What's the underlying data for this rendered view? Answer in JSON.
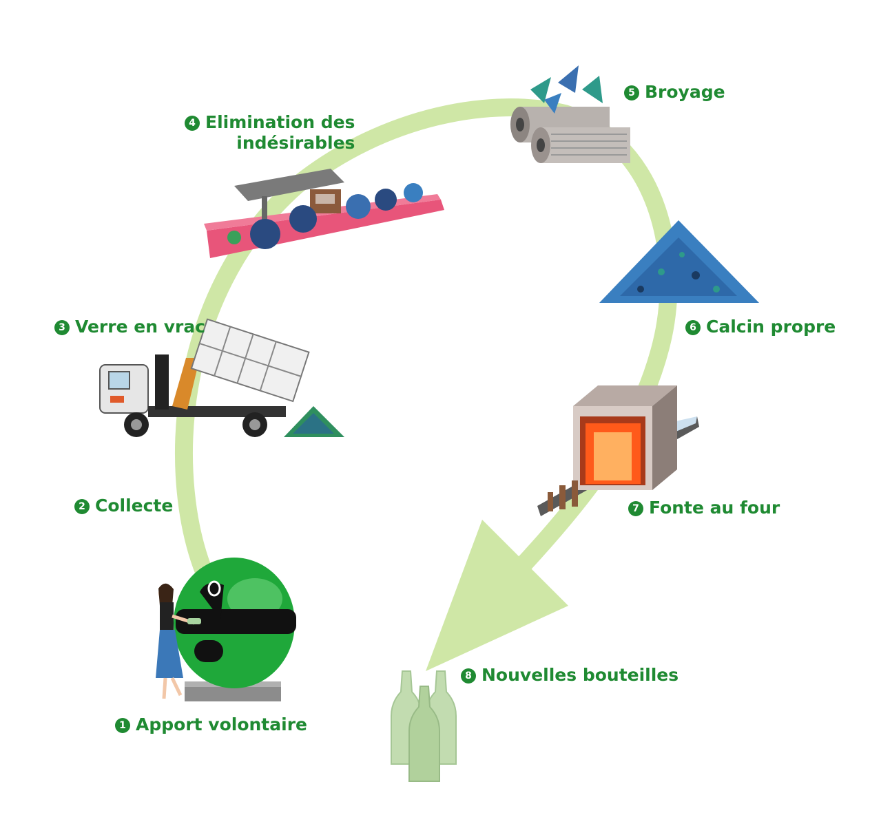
{
  "colors": {
    "label_green": "#1f8a32",
    "cycle_arrow": "#cfe7a6",
    "bin_green": "#1fa83a",
    "conveyor_pink": "#e8557a",
    "glass_blue": "#3a7fc0",
    "furnace_fire": "#ff5a1a",
    "bottle_green": "#bcd9a8"
  },
  "steps": [
    {
      "number": "1",
      "label": "Apport volontaire",
      "icon": "recycling-bin-icon"
    },
    {
      "number": "2",
      "label": "Collecte",
      "icon": ""
    },
    {
      "number": "3",
      "label": "Verre en vrac",
      "icon": "dump-truck-icon"
    },
    {
      "number": "4",
      "label": "Elimination des indésirables",
      "line1": "Elimination des",
      "line2": "indésirables",
      "icon": "sorting-conveyor-icon"
    },
    {
      "number": "5",
      "label": "Broyage",
      "icon": "crusher-rollers-icon"
    },
    {
      "number": "6",
      "label": "Calcin propre",
      "icon": "cullet-pile-icon"
    },
    {
      "number": "7",
      "label": "Fonte au four",
      "icon": "furnace-icon"
    },
    {
      "number": "8",
      "label": "Nouvelles bouteilles",
      "icon": "bottles-icon"
    }
  ]
}
